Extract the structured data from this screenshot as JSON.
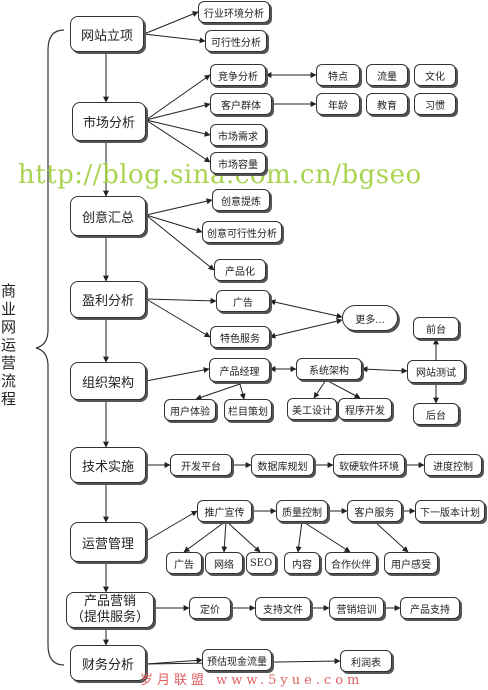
{
  "side_title": "商业网运营流程",
  "watermark": "http://blog.sina.com.cn/bgseo",
  "footer_watermark": "岁月联盟 www.5yue.com",
  "nodes": {
    "website_setup": "网站立项",
    "industry_analysis": "行业环境分析",
    "feasibility": "可行性分析",
    "market_analysis": "市场分析",
    "competition": "竞争分析",
    "customers": "客户群体",
    "market_demand": "市场需求",
    "market_capacity": "市场容量",
    "features": "特点",
    "traffic": "流量",
    "culture": "文化",
    "age": "年龄",
    "education": "教育",
    "habits": "习惯",
    "creative": "创意汇总",
    "creative_refine": "创意提炼",
    "creative_feasibility": "创意可行性分析",
    "productize": "产品化",
    "profit": "盈利分析",
    "ads": "广告",
    "special_services": "特色服务",
    "more": "更多...",
    "org": "组织架构",
    "product_manager": "产品经理",
    "system_arch": "系统架构",
    "site_test": "网站测试",
    "frontend": "前台",
    "backend": "后台",
    "ux": "用户体验",
    "column_planning": "栏目策划",
    "art_design": "美工设计",
    "programming": "程序开发",
    "tech": "技术实施",
    "dev_platform": "开发平台",
    "db_planning": "数据库规划",
    "hw_sw_env": "软硬软件环境",
    "progress_control": "进度控制",
    "operation": "运营管理",
    "promotion": "推广宣传",
    "quality_control": "质量控制",
    "customer_service": "客户服务",
    "next_plan": "下一版本计划",
    "op_ads": "广告",
    "network": "网络",
    "seo": "SEO",
    "content": "内容",
    "partners": "合作伙伴",
    "user_feel": "用户感受",
    "product_marketing_line1": "产品营销",
    "product_marketing_line2": "（提供服务）",
    "pricing": "定价",
    "support_docs": "支持文件",
    "sales_training": "营销培训",
    "product_support": "产品支持",
    "finance": "财务分析",
    "cash_flow": "预估现金流量",
    "profit_sheet": "利润表"
  }
}
